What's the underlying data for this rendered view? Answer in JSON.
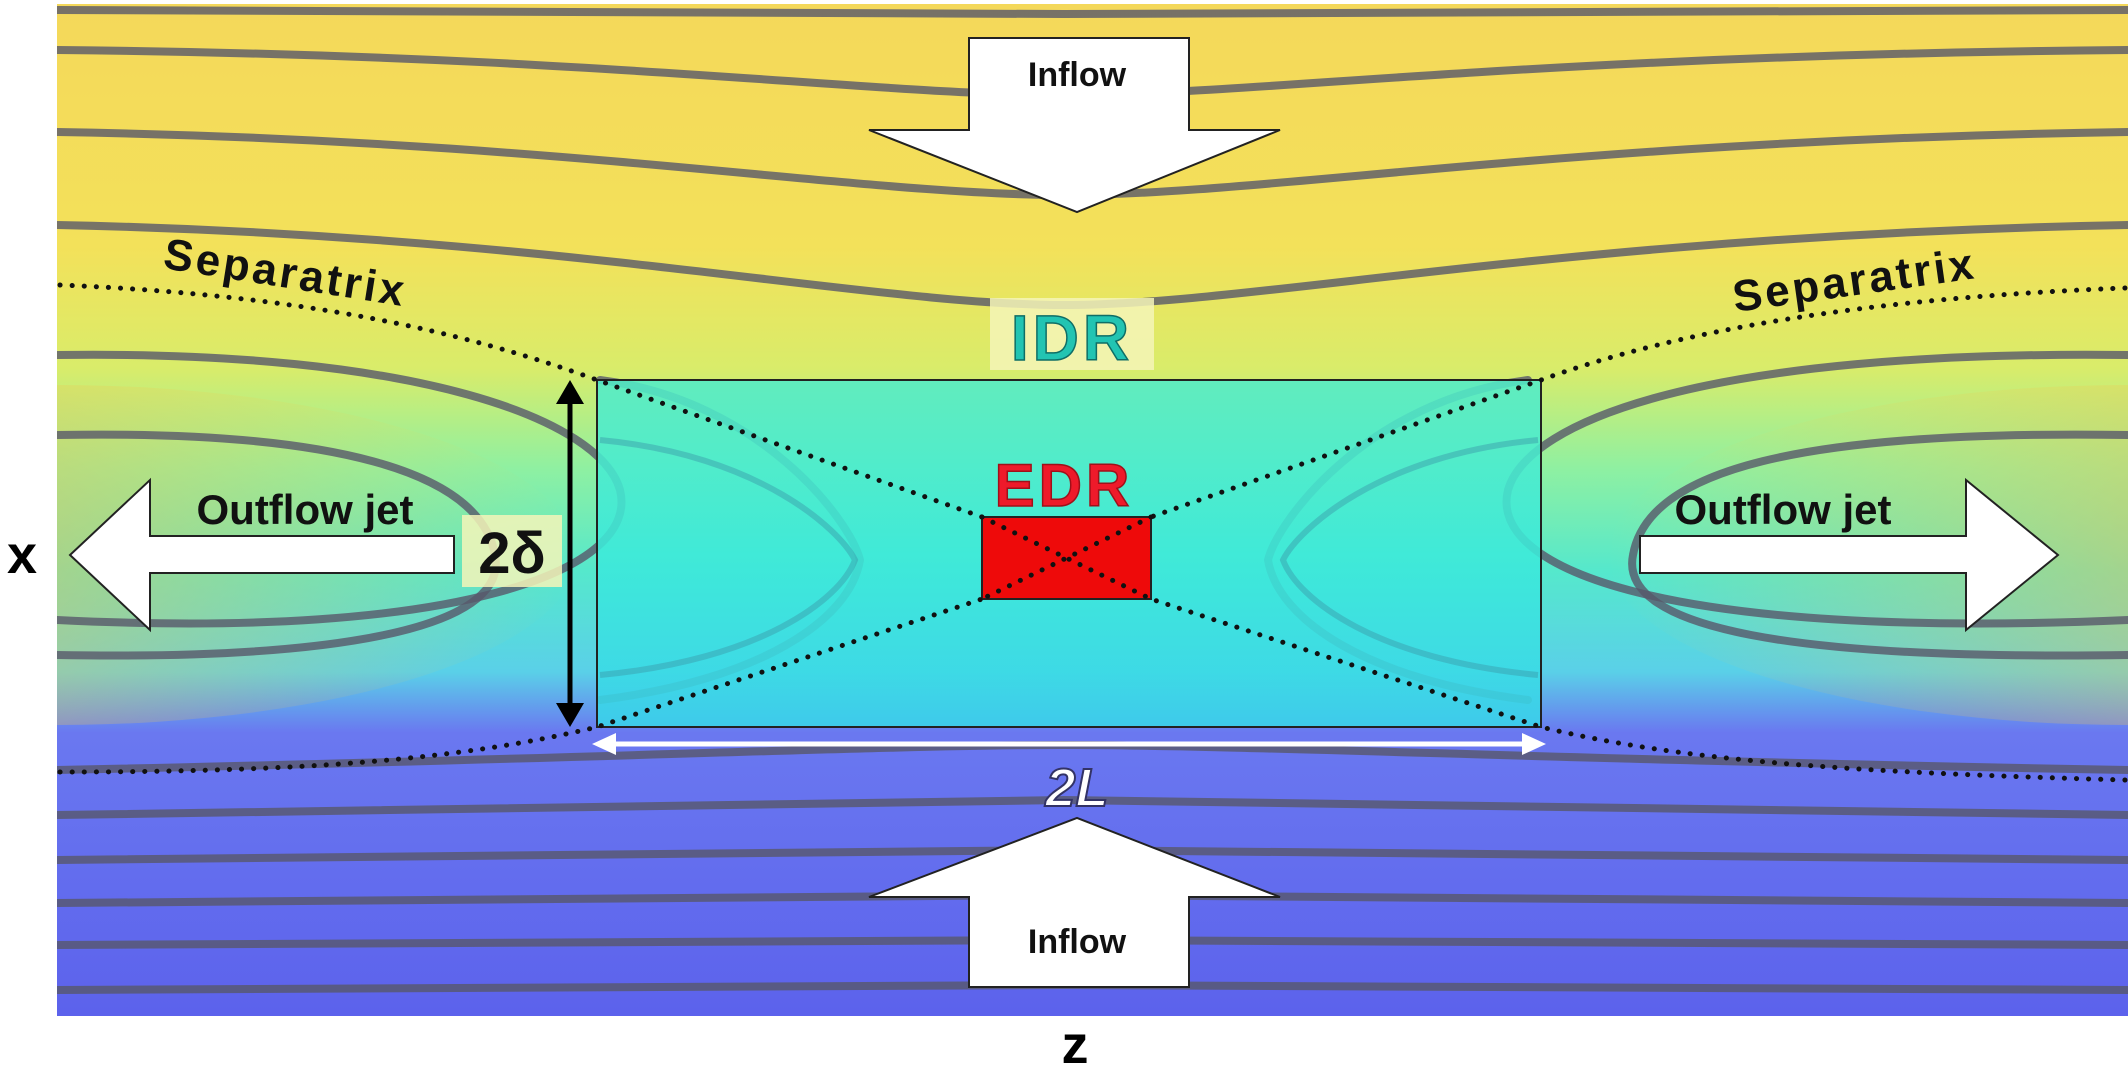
{
  "labels": {
    "inflow_top": "Inflow",
    "inflow_bottom": "Inflow",
    "separatrix_left": "Separatrix",
    "separatrix_right": "Separatrix",
    "idr": "IDR",
    "edr": "EDR",
    "outflow_left": "Outflow jet",
    "outflow_right": "Outflow jet",
    "width_label": "2δ",
    "length_label": "2L",
    "axis_x": "x",
    "axis_z": "z"
  },
  "colors": {
    "upper_plasma": "#f2dc55",
    "lower_plasma": "#6468ee",
    "idr_box": "#3ce8d8",
    "edr_box": "#ee0a0a",
    "idr_text": "#22c4b2",
    "edr_text": "#ee1a2a",
    "field_lines": "#555566"
  }
}
